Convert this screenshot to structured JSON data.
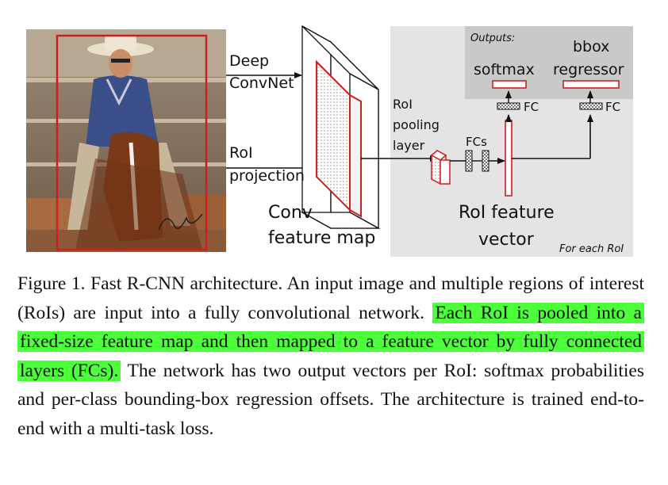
{
  "figure": {
    "labels": {
      "deep_convnet": [
        "Deep",
        "ConvNet"
      ],
      "roi_projection": [
        "RoI",
        "projection"
      ],
      "conv_feature_map": [
        "Conv",
        "feature map"
      ],
      "roi_pooling_layer": [
        "RoI",
        "pooling",
        "layer"
      ],
      "fcs": "FCs",
      "roi_feature_vector": [
        "RoI feature",
        "vector"
      ],
      "outputs": "Outputs:",
      "softmax": "softmax",
      "bbox_regressor": [
        "bbox",
        "regressor"
      ],
      "fc_left": "FC",
      "fc_right": "FC",
      "for_each_roi": "For each RoI"
    },
    "colors": {
      "roi_red": "#cc2020",
      "panel_gray": "#e4e4e4",
      "outputs_gray": "#c9c9c9",
      "highlight_green": "#4cff3a"
    }
  },
  "caption": {
    "lead": "Figure 1. Fast R-CNN architecture.  An input image and multiple regions of interest (RoIs) are input into a fully convolutional network. ",
    "highlight": "Each RoI is pooled into a fixed-size feature map and then mapped to a feature vector by fully connected layers (FCs).",
    "tail": " The network has two output vectors per RoI: softmax probabilities and per-class bounding-box regression offsets. The architecture is trained end-to-end with a multi-task loss."
  }
}
